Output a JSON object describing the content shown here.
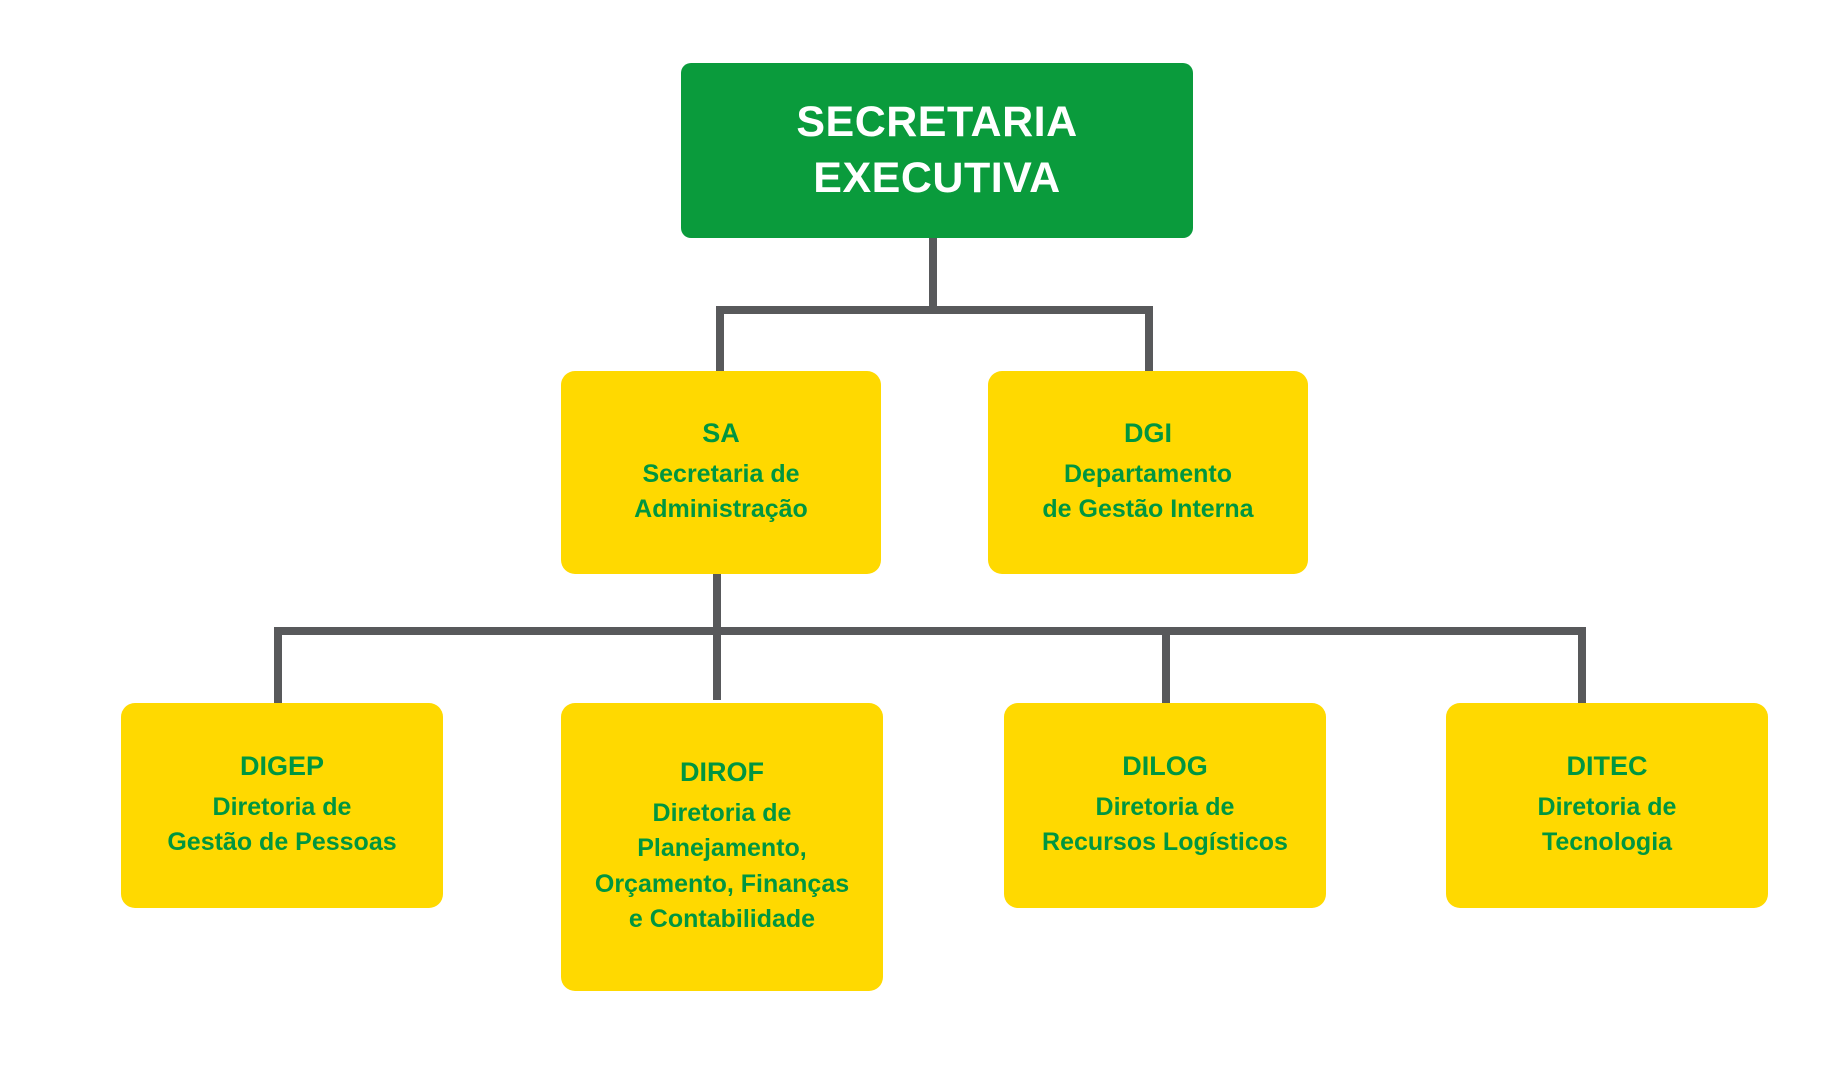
{
  "chart_data": {
    "type": "diagram",
    "diagram_type": "org-chart",
    "title": "",
    "colors": {
      "root_fill": "#0A9B3C",
      "root_text": "#FFFFFF",
      "unit_fill": "#FFD900",
      "unit_text": "#009640",
      "connector": "#58595B",
      "background": "#FFFFFF"
    },
    "levels": 3,
    "nodes": [
      {
        "id": "SE",
        "level": 1,
        "acronym": "SECRETARIA EXECUTIVA",
        "lines": [],
        "parent": null
      },
      {
        "id": "SA",
        "level": 2,
        "acronym": "SA",
        "lines": [
          "Secretaria de",
          "Administração"
        ],
        "parent": "SE"
      },
      {
        "id": "DGI",
        "level": 2,
        "acronym": "DGI",
        "lines": [
          "Departamento",
          "de Gestão Interna"
        ],
        "parent": "SE"
      },
      {
        "id": "DIGEP",
        "level": 3,
        "acronym": "DIGEP",
        "lines": [
          "Diretoria de",
          "Gestão de Pessoas"
        ],
        "parent": "SA"
      },
      {
        "id": "DIROF",
        "level": 3,
        "acronym": "DIROF",
        "lines": [
          "Diretoria de",
          "Planejamento,",
          "Orçamento, Finanças",
          "e Contabilidade"
        ],
        "parent": "SA"
      },
      {
        "id": "DILOG",
        "level": 3,
        "acronym": "DILOG",
        "lines": [
          "Diretoria de",
          "Recursos Logísticos"
        ],
        "parent": "SA"
      },
      {
        "id": "DITEC",
        "level": 3,
        "acronym": "DITEC",
        "lines": [
          "Diretoria de",
          "Tecnologia"
        ],
        "parent": "SA"
      }
    ],
    "edges": [
      {
        "from": "SE",
        "to": "SA"
      },
      {
        "from": "SE",
        "to": "DGI"
      },
      {
        "from": "SA",
        "to": "DIGEP"
      },
      {
        "from": "SA",
        "to": "DIROF"
      },
      {
        "from": "SA",
        "to": "DILOG"
      },
      {
        "from": "SA",
        "to": "DITEC"
      }
    ]
  },
  "root": {
    "title_line1": "SECRETARIA",
    "title_line2": "EXECUTIVA"
  },
  "level2": [
    {
      "acronym": "SA",
      "line1": "Secretaria de",
      "line2": "Administração"
    },
    {
      "acronym": "DGI",
      "line1": "Departamento",
      "line2": "de Gestão Interna"
    }
  ],
  "level3": [
    {
      "acronym": "DIGEP",
      "line1": "Diretoria de",
      "line2": "Gestão de Pessoas",
      "line3": "",
      "line4": ""
    },
    {
      "acronym": "DIROF",
      "line1": "Diretoria de",
      "line2": "Planejamento,",
      "line3": "Orçamento, Finanças",
      "line4": "e Contabilidade"
    },
    {
      "acronym": "DILOG",
      "line1": "Diretoria de",
      "line2": "Recursos Logísticos",
      "line3": "",
      "line4": ""
    },
    {
      "acronym": "DITEC",
      "line1": "Diretoria de",
      "line2": "Tecnologia",
      "line3": "",
      "line4": ""
    }
  ]
}
